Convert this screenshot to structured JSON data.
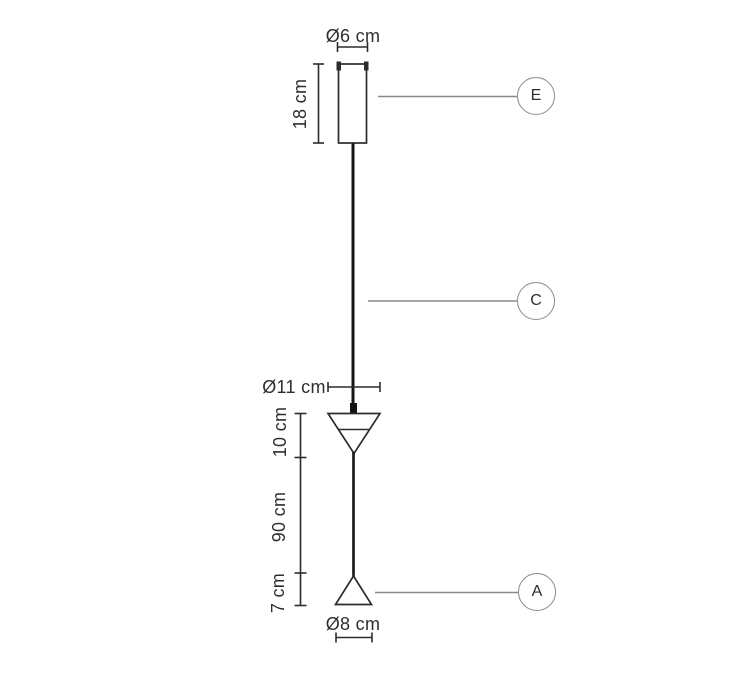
{
  "diagram": {
    "type": "pendant-lamp-dimension-drawing",
    "labels": {
      "canopy_diameter": "Ø6 cm",
      "canopy_height": "18 cm",
      "diffuser_diameter": "Ø11 cm",
      "diffuser_height": "10 cm",
      "cable_length": "90 cm",
      "bulb_height": "7 cm",
      "bulb_diameter": "Ø8 cm"
    },
    "callouts": [
      {
        "id": "E",
        "points_to": "canopy-cylinder"
      },
      {
        "id": "C",
        "points_to": "suspension-cable"
      },
      {
        "id": "A",
        "points_to": "bottom-cone"
      }
    ],
    "colors": {
      "line": "#2c2c2c",
      "cable": "#141414",
      "leader": "#8a8a8a",
      "text": "#2e2e2e",
      "background": "#ffffff"
    }
  }
}
